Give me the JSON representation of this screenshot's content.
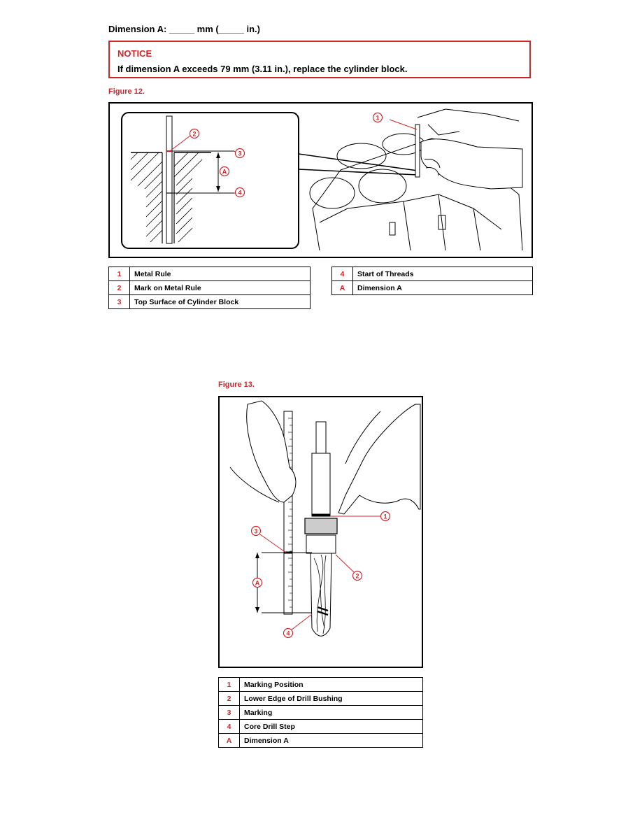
{
  "header": {
    "dimension_line": "Dimension A: _____ mm (_____ in.)"
  },
  "notice": {
    "title": "NOTICE",
    "text": "If dimension A exceeds 79 mm (3.11 in.), replace the cylinder block."
  },
  "figure12": {
    "label": "Figure 12.",
    "callouts": [
      "1",
      "2",
      "3",
      "4",
      "A"
    ],
    "legend_left": [
      {
        "key": "1",
        "text": "Metal Rule"
      },
      {
        "key": "2",
        "text": "Mark on Metal Rule"
      },
      {
        "key": "3",
        "text": "Top Surface of Cylinder Block"
      }
    ],
    "legend_right": [
      {
        "key": "4",
        "text": "Start of Threads"
      },
      {
        "key": "A",
        "text": "Dimension A"
      }
    ]
  },
  "figure13": {
    "label": "Figure 13.",
    "callouts": [
      "1",
      "2",
      "3",
      "4",
      "A"
    ],
    "legend": [
      {
        "key": "1",
        "text": "Marking Position"
      },
      {
        "key": "2",
        "text": "Lower Edge of Drill Bushing"
      },
      {
        "key": "3",
        "text": "Marking"
      },
      {
        "key": "4",
        "text": "Core Drill Step"
      },
      {
        "key": "A",
        "text": "Dimension A"
      }
    ]
  },
  "colors": {
    "accent": "#d0262a",
    "line": "#000000"
  }
}
